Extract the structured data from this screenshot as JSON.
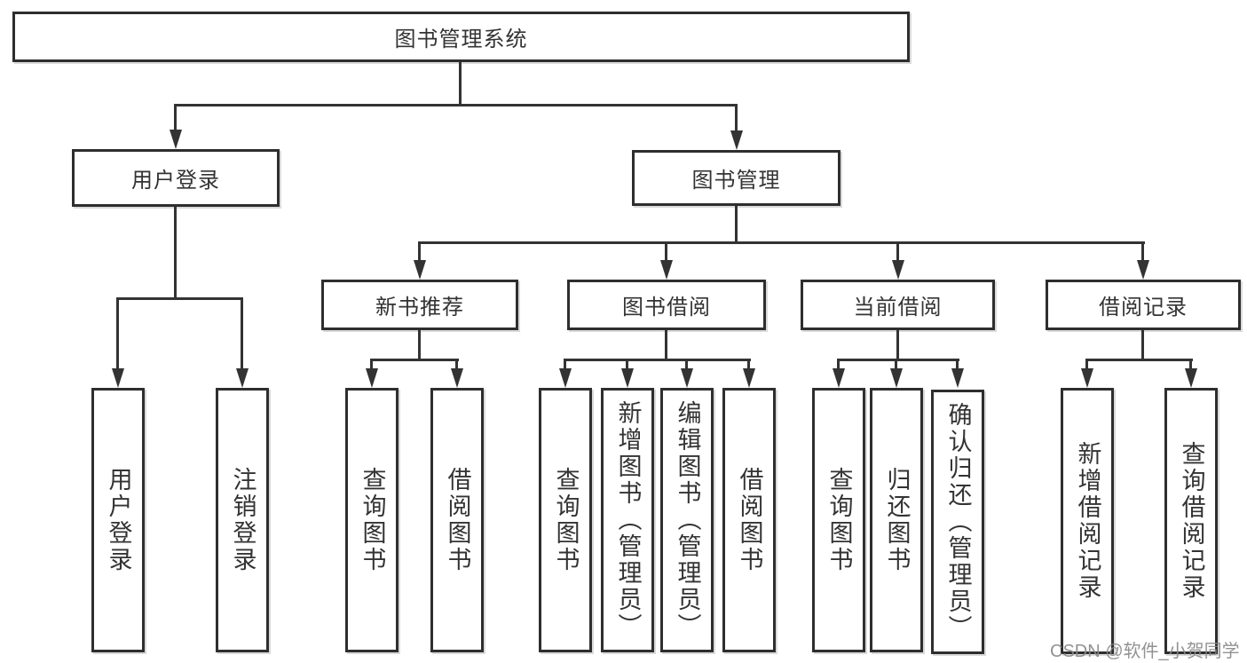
{
  "diagram": {
    "root": {
      "label": "图书管理系统"
    },
    "level2": [
      {
        "label": "用户登录"
      },
      {
        "label": "图书管理"
      }
    ],
    "level3": [
      {
        "label": "新书推荐"
      },
      {
        "label": "图书借阅"
      },
      {
        "label": "当前借阅"
      },
      {
        "label": "借阅记录"
      }
    ],
    "leaves": [
      {
        "label": "用户登录"
      },
      {
        "label": "注销登录"
      },
      {
        "label": "查询图书"
      },
      {
        "label": "借阅图书"
      },
      {
        "label": "查询图书"
      },
      {
        "label": "新增图书（管理员）"
      },
      {
        "label": "编辑图书（管理员）"
      },
      {
        "label": "借阅图书"
      },
      {
        "label": "查询图书"
      },
      {
        "label": "归还图书"
      },
      {
        "label": "确认归还（管理员）"
      },
      {
        "label": "新增借阅记录"
      },
      {
        "label": "查询借阅记录"
      }
    ]
  },
  "watermark": {
    "text": "CSDN @软件_小贺同学"
  },
  "colors": {
    "line": "#333333",
    "text": "#333333",
    "background": "#ffffff",
    "watermark": "#898989"
  }
}
